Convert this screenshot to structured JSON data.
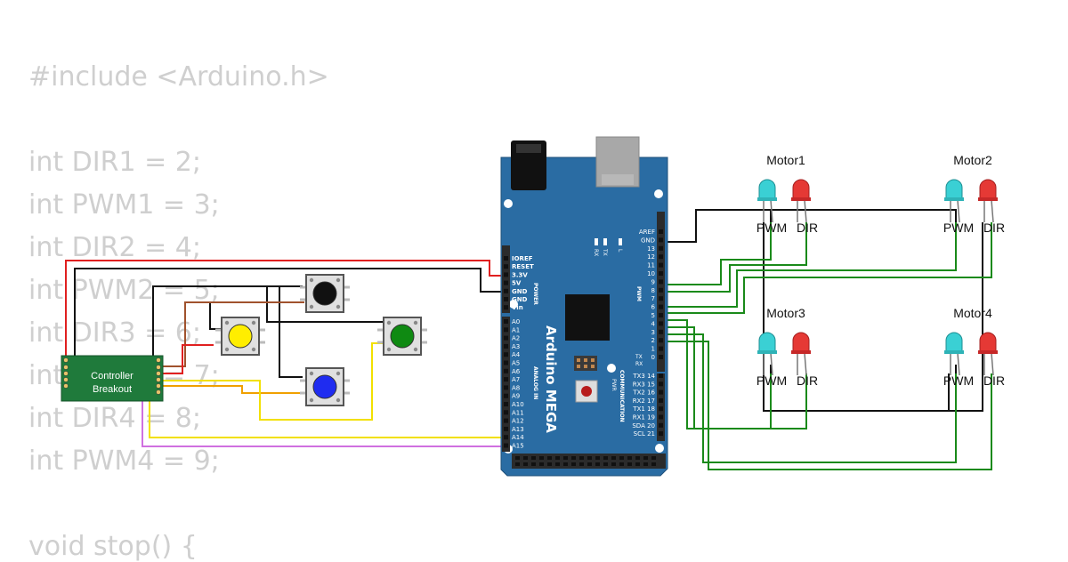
{
  "code_lines": [
    "#include <Arduino.h>",
    "",
    "int DIR1 = 2;",
    "int PWM1 = 3;",
    "int DIR2 = 4;",
    "int PWM2 = 5;",
    "int DIR3 = 6;",
    "int PWM3 = 7;",
    "int DIR4 = 8;",
    "int PWM4 = 9;",
    "",
    "void stop() {"
  ],
  "board": {
    "name": "Arduino MEGA",
    "power_label": "POWER",
    "analog_label": "ANALOG IN",
    "pwm_label": "PWM",
    "comm_label": "COMMUNICATION",
    "power_pins": [
      "IOREF",
      "RESET",
      "3.3V",
      "5V",
      "GND",
      "GND",
      "Vin"
    ],
    "analog_pins": [
      "A0",
      "A1",
      "A2",
      "A3",
      "A4",
      "A5",
      "A6",
      "A7",
      "A8",
      "A9",
      "A10",
      "A11",
      "A12",
      "A13",
      "A14",
      "A15"
    ],
    "digital_pins": [
      "AREF",
      "GND",
      "13",
      "12",
      "11",
      "10",
      "9",
      "8",
      "7",
      "6",
      "5",
      "4",
      "3",
      "2",
      "1",
      "0"
    ],
    "comm_pins": [
      "TX3 14",
      "RX3 15",
      "TX2 16",
      "RX2 17",
      "TX1 18",
      "RX1 19",
      "SDA 20",
      "SCL 21"
    ],
    "leds": [
      "RX",
      "TX",
      "L"
    ],
    "comm_tx": "TX",
    "comm_rx": "RX",
    "pwr_label": "PWR"
  },
  "controller": {
    "line1": "Controller",
    "line2": "Breakout"
  },
  "motors": [
    {
      "name": "Motor1",
      "pwm": "PWM",
      "dir": "DIR"
    },
    {
      "name": "Motor2",
      "pwm": "PWM",
      "dir": "DIR"
    },
    {
      "name": "Motor3",
      "pwm": "PWM",
      "dir": "DIR"
    },
    {
      "name": "Motor4",
      "pwm": "PWM",
      "dir": "DIR"
    }
  ],
  "buttons": [
    {
      "name": "black",
      "color": "#111111"
    },
    {
      "name": "yellow",
      "color": "#ffee00"
    },
    {
      "name": "green",
      "color": "#0f8a12"
    },
    {
      "name": "blue",
      "color": "#1f2cf0"
    }
  ],
  "colors": {
    "board": "#2a6ca3",
    "led_cyan": "#3ad0d4",
    "led_red": "#e53935",
    "wire_red": "#e02020",
    "wire_black": "#111111",
    "wire_brown": "#a0522d",
    "wire_orange": "#f0a000",
    "wire_yellow": "#f2e000",
    "wire_violet": "#d070e0",
    "wire_green": "#1a8a1a"
  }
}
